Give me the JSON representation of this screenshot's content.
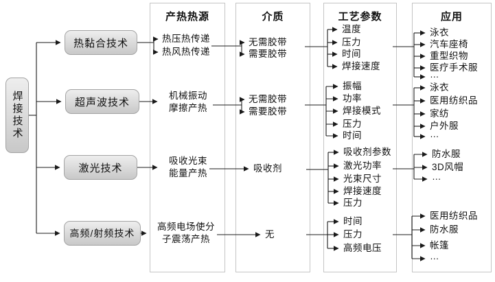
{
  "root": {
    "label": "焊接技术"
  },
  "column_headers": [
    "产热热源",
    "介质",
    "工艺参数",
    "应用"
  ],
  "branches": [
    {
      "technology": "热黏合技术",
      "heat_sources": [
        "热压热传递",
        "热风热传递"
      ],
      "media": [
        "无需胶带",
        "需要胶带"
      ],
      "process_parameters": [
        "温度",
        "压力",
        "时间",
        "焊接速度"
      ],
      "applications": [
        "泳衣",
        "汽车座椅",
        "重型织物",
        "医疗手术服",
        "…"
      ]
    },
    {
      "technology": "超声波技术",
      "heat_sources": [
        "机械振动",
        "摩擦产热"
      ],
      "media": [
        "无需胶带",
        "需要胶带"
      ],
      "process_parameters": [
        "振幅",
        "功率",
        "焊接模式",
        "压力",
        "时间"
      ],
      "applications": [
        "泳衣",
        "医用纺织品",
        "家纺",
        "户外服",
        "…"
      ]
    },
    {
      "technology": "激光技术",
      "heat_sources": [
        "吸收光束",
        "能量产热"
      ],
      "media": [
        "吸收剂"
      ],
      "process_parameters": [
        "吸收剂参数",
        "激光功率",
        "光束尺寸",
        "焊接速度",
        "压力"
      ],
      "applications": [
        "防水服",
        "3D风帽",
        "…"
      ]
    },
    {
      "technology": "高频/射频技术",
      "heat_sources": [
        "高频电场使分",
        "子震荡产热"
      ],
      "media": [
        "无"
      ],
      "process_parameters": [
        "时间",
        "压力",
        "高频电压"
      ],
      "applications": [
        "医用纺织品",
        "防水服",
        "帐篷",
        "…"
      ]
    }
  ],
  "colors": {
    "node_fill_top": "#eeeeee",
    "node_fill_bottom": "#c8c8c8",
    "node_border": "#a3a3a3",
    "panel_border": "#c4c4c4",
    "connector": "#1a1a1a"
  }
}
